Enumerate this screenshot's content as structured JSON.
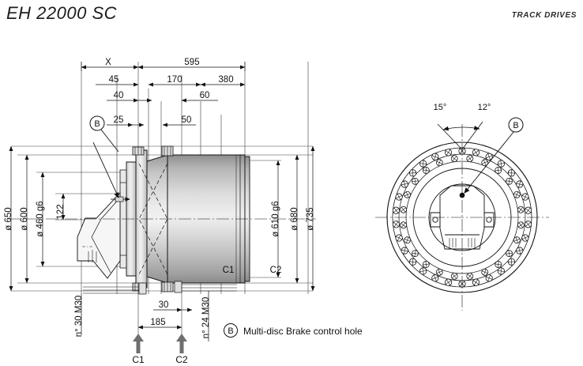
{
  "header": {
    "title": "EH 22000 SC",
    "category": "TRACK DRIVES"
  },
  "legend": {
    "symbol": "B",
    "text": "Multi-disc Brake control hole"
  },
  "callouts": {
    "section_view_b": "B",
    "end_view_b": "B"
  },
  "section_view": {
    "horizontal_dimensions": [
      {
        "name": "X",
        "label": "X"
      },
      {
        "name": "595",
        "label": "595"
      },
      {
        "name": "45",
        "label": "45"
      },
      {
        "name": "170",
        "label": "170"
      },
      {
        "name": "380",
        "label": "380"
      },
      {
        "name": "40",
        "label": "40"
      },
      {
        "name": "60",
        "label": "60"
      },
      {
        "name": "25",
        "label": "25"
      },
      {
        "name": "50",
        "label": "50"
      },
      {
        "name": "30",
        "label": "30"
      },
      {
        "name": "185",
        "label": "185"
      }
    ],
    "vertical_dimensions_left": [
      {
        "name": "d650",
        "label": "ø 650"
      },
      {
        "name": "d600",
        "label": "ø 600"
      },
      {
        "name": "d460g6",
        "label": "ø 460 g6"
      },
      {
        "name": "122",
        "label": "122"
      }
    ],
    "vertical_dimensions_right": [
      {
        "name": "d610g6",
        "label": "ø 610 g6"
      },
      {
        "name": "d680",
        "label": "ø 680"
      },
      {
        "name": "d735",
        "label": "ø 735"
      }
    ],
    "thread_notes": [
      {
        "name": "left",
        "label": "n° 30  M30"
      },
      {
        "name": "right",
        "label": "n° 24  M30"
      }
    ],
    "section_marks": [
      {
        "name": "c1-body",
        "label": "C1"
      },
      {
        "name": "c2-body",
        "label": "C2"
      },
      {
        "name": "c1-arrow",
        "label": "C1"
      },
      {
        "name": "c2-arrow",
        "label": "C2"
      }
    ]
  },
  "end_view": {
    "angles": [
      {
        "name": "angle-15",
        "label": "15°"
      },
      {
        "name": "angle-12",
        "label": "12°"
      }
    ],
    "bolt_counts": {
      "outer": 30,
      "inner": 24
    }
  },
  "colors": {
    "line": "#111111",
    "body_light": "#ececec",
    "body_dark": "#9a9a9a",
    "text": "#1a1a1a"
  }
}
